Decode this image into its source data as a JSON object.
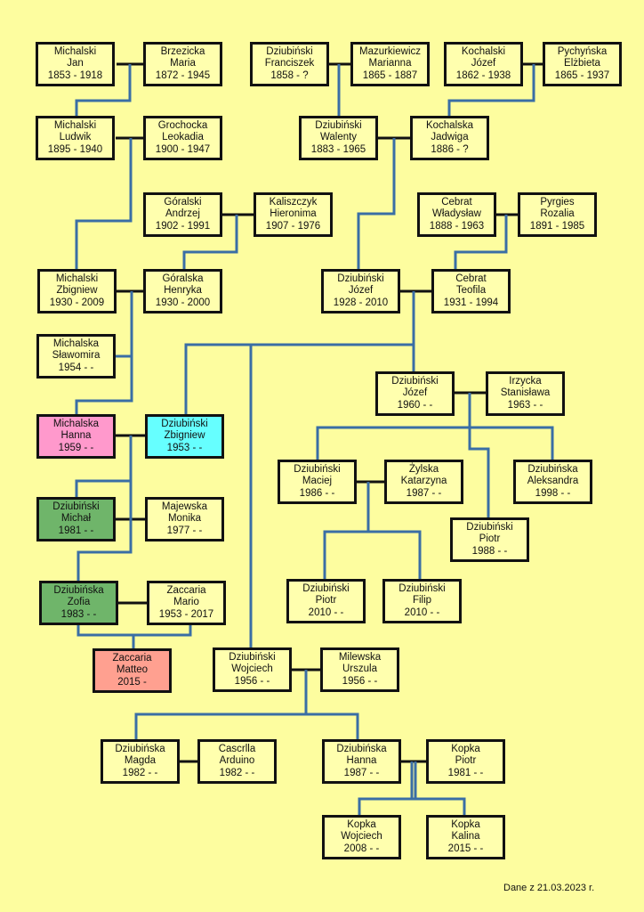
{
  "people": {
    "jan": {
      "surname": "Michalski",
      "name": "Jan",
      "dates": "1853 - 1918"
    },
    "brzezicka": {
      "surname": "Brzezicka",
      "name": "Maria",
      "dates": "1872 - 1945"
    },
    "franciszek": {
      "surname": "Dziubiński",
      "name": "Franciszek",
      "dates": "1858 - ?"
    },
    "marianna": {
      "surname": "Mazurkiewicz",
      "name": "Marianna",
      "dates": "1865 - 1887"
    },
    "kochalski": {
      "surname": "Kochalski",
      "name": "Józef",
      "dates": "1862 - 1938"
    },
    "pychynska": {
      "surname": "Pychyńska",
      "name": "Elżbieta",
      "dates": "1865 - 1937"
    },
    "ludwik": {
      "surname": "Michalski",
      "name": "Ludwik",
      "dates": "1895 - 1940"
    },
    "grochocka": {
      "surname": "Grochocka",
      "name": "Leokadia",
      "dates": "1900 - 1947"
    },
    "walenty": {
      "surname": "Dziubiński",
      "name": "Walenty",
      "dates": "1883 - 1965"
    },
    "jadwiga": {
      "surname": "Kochalska",
      "name": "Jadwiga",
      "dates": "1886 - ?"
    },
    "andrzej": {
      "surname": "Góralski",
      "name": "Andrzej",
      "dates": "1902 - 1991"
    },
    "hieronima": {
      "surname": "Kaliszczyk",
      "name": "Hieronima",
      "dates": "1907 - 1976"
    },
    "wladyslaw": {
      "surname": "Cebrat",
      "name": "Władysław",
      "dates": "1888 - 1963"
    },
    "rozalia": {
      "surname": "Pyrgies",
      "name": "Rozalia",
      "dates": "1891 - 1985"
    },
    "zbigniew1930": {
      "surname": "Michalski",
      "name": "Zbigniew",
      "dates": "1930 - 2009"
    },
    "henryka": {
      "surname": "Góralska",
      "name": "Henryka",
      "dates": "1930 - 2000"
    },
    "jozef1928": {
      "surname": "Dziubiński",
      "name": "Józef",
      "dates": "1928 - 2010"
    },
    "teofila": {
      "surname": "Cebrat",
      "name": "Teofila",
      "dates": "1931 - 1994"
    },
    "slawomira": {
      "surname": "Michalska",
      "name": "Sławomira",
      "dates": "1954 - -"
    },
    "jozef1960": {
      "surname": "Dziubiński",
      "name": "Józef",
      "dates": "1960 - -"
    },
    "stanislawa": {
      "surname": "Irzycka",
      "name": "Stanisława",
      "dates": "1963 - -"
    },
    "hanna1959": {
      "surname": "Michalska",
      "name": "Hanna",
      "dates": "1959 - -"
    },
    "zbigniew1953": {
      "surname": "Dziubiński",
      "name": "Zbigniew",
      "dates": "1953 - -"
    },
    "maciej": {
      "surname": "Dziubiński",
      "name": "Maciej",
      "dates": "1986 - -"
    },
    "katarzyna": {
      "surname": "Żylska",
      "name": "Katarzyna",
      "dates": "1987 - -"
    },
    "aleksandra": {
      "surname": "Dziubińska",
      "name": "Aleksandra",
      "dates": "1998 - -"
    },
    "michal": {
      "surname": "Dziubiński",
      "name": "Michał",
      "dates": "1981 - -"
    },
    "monika": {
      "surname": "Majewska",
      "name": "Monika",
      "dates": "1977 - -"
    },
    "piotr1988": {
      "surname": "Dziubiński",
      "name": "Piotr",
      "dates": "1988 - -"
    },
    "piotr2010": {
      "surname": "Dziubiński",
      "name": "Piotr",
      "dates": "2010 - -"
    },
    "filip": {
      "surname": "Dziubiński",
      "name": "Filip",
      "dates": "2010 - -"
    },
    "zofia": {
      "surname": "Dziubińska",
      "name": "Zofia",
      "dates": "1983 - -"
    },
    "mario": {
      "surname": "Zaccaria",
      "name": "Mario",
      "dates": "1953 - 2017"
    },
    "matteo": {
      "surname": "Zaccaria",
      "name": "Matteo",
      "dates": "2015 -"
    },
    "wojciech1956": {
      "surname": "Dziubiński",
      "name": "Wojciech",
      "dates": "1956 - -"
    },
    "urszula": {
      "surname": "Milewska",
      "name": "Urszula",
      "dates": "1956 - -"
    },
    "magda": {
      "surname": "Dziubińska",
      "name": "Magda",
      "dates": "1982 - -"
    },
    "arduino": {
      "surname": "Cascrlla",
      "name": "Arduino",
      "dates": "1982 - -"
    },
    "hanna1987": {
      "surname": "Dziubińska",
      "name": "Hanna",
      "dates": "1987 - -"
    },
    "kopkapiotr": {
      "surname": "Kopka",
      "name": "Piotr",
      "dates": "1981 - -"
    },
    "kopkawojciech": {
      "surname": "Kopka",
      "name": "Wojciech",
      "dates": "2008 - -"
    },
    "kalina": {
      "surname": "Kopka",
      "name": "Kalina",
      "dates": "2015 - -"
    }
  },
  "footer_note": "Dane z 21.03.2023 r.",
  "colors": {
    "background": "#fdfd9f",
    "box": "#ffffae",
    "line": "#3a6ea5",
    "highlight_pink": "#ff99cc",
    "highlight_cyan": "#66ffff",
    "highlight_green": "#6fb56a",
    "highlight_salmon": "#ffa090"
  }
}
